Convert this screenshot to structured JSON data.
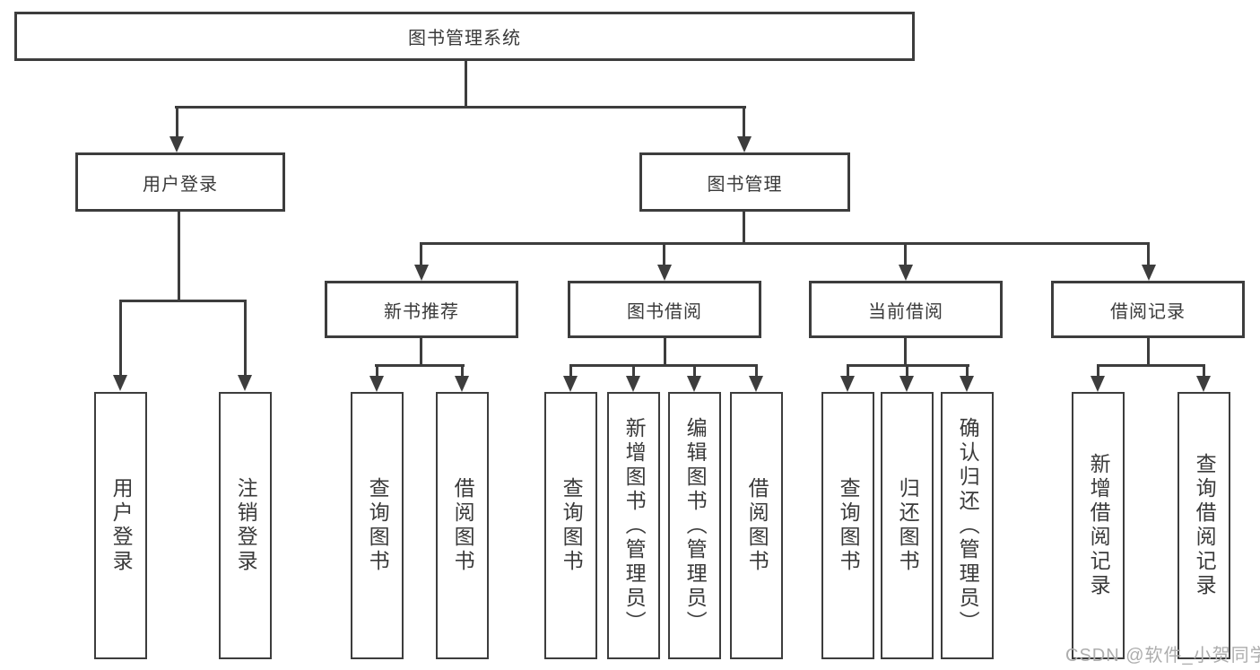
{
  "diagram": {
    "root": {
      "label": "图书管理系统"
    },
    "branches": [
      {
        "label": "用户登录",
        "children": [
          {
            "label": "用户登录"
          },
          {
            "label": "注销登录"
          }
        ]
      },
      {
        "label": "图书管理",
        "children": [
          {
            "label": "新书推荐",
            "children": [
              {
                "label": "查询图书"
              },
              {
                "label": "借阅图书"
              }
            ]
          },
          {
            "label": "图书借阅",
            "children": [
              {
                "label": "查询图书"
              },
              {
                "label": "新增图书（管理员）"
              },
              {
                "label": "编辑图书（管理员）"
              },
              {
                "label": "借阅图书"
              }
            ]
          },
          {
            "label": "当前借阅",
            "children": [
              {
                "label": "查询图书"
              },
              {
                "label": "归还图书"
              },
              {
                "label": "确认归还（管理员）"
              }
            ]
          },
          {
            "label": "借阅记录",
            "children": [
              {
                "label": "新增借阅记录"
              },
              {
                "label": "查询借阅记录"
              }
            ]
          }
        ]
      }
    ]
  },
  "watermark": {
    "text": "CSDN @软件_小贺同学"
  },
  "colors": {
    "line": "#3d3d3d",
    "text": "#3a3a3a",
    "watermark": "#adadad",
    "background": "#ffffff"
  }
}
